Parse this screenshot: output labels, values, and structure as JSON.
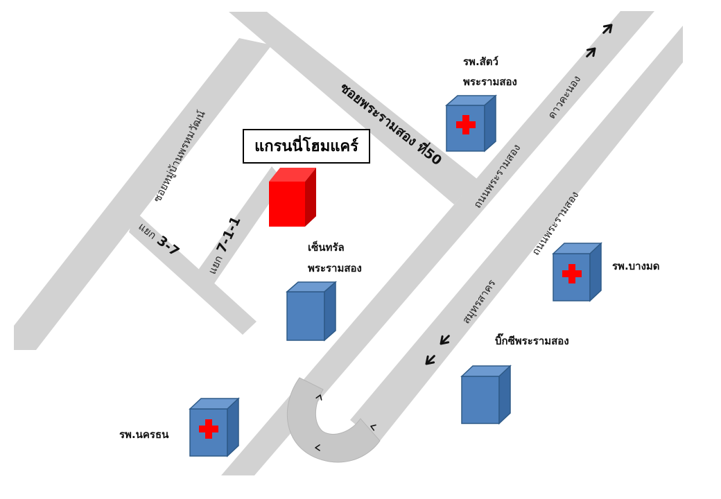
{
  "map": {
    "title": "แกรนนี่โฮมแคร์",
    "roads": {
      "soi_mu_ban": "ซอยหมู่บ้านพรหมวัฒน์",
      "soi_rama2_50": "ซอยพระรามสอง ที่50",
      "yaek_3_7_prefix": "แยก",
      "yaek_3_7_num": "3-7",
      "yaek_7_1_1_prefix": "แยก",
      "yaek_7_1_1_num": "7-1-1",
      "rama2_inbound": "ถนนพระรามสอง",
      "dao_khanong": "ดาวคะนอง",
      "rama2_outbound": "ถนนพระรามสอง",
      "samut_sakhon": "สมุทรสาคร"
    },
    "places": {
      "animal_hospital_line1": "รพ.สัตว์",
      "animal_hospital_line2": "พระรามสอง",
      "central_line1": "เซ็นทรัล",
      "central_line2": "พระรามสอง",
      "bangmod_hospital": "รพ.บางมด",
      "bigc": "บิ๊กซีพระรามสอง",
      "nakornthon_hospital": "รพ.นครธน"
    },
    "colors": {
      "road": "#d2d2d2",
      "destination": "#ff0000",
      "building": "#4f81bd",
      "hospital_cross": "#ff0000",
      "background": "#ffffff"
    },
    "icons": {
      "destination": "red-building-icon",
      "hospital": "hospital-cross-icon",
      "building": "blue-building-icon",
      "direction": "direction-arrow-icon"
    }
  }
}
